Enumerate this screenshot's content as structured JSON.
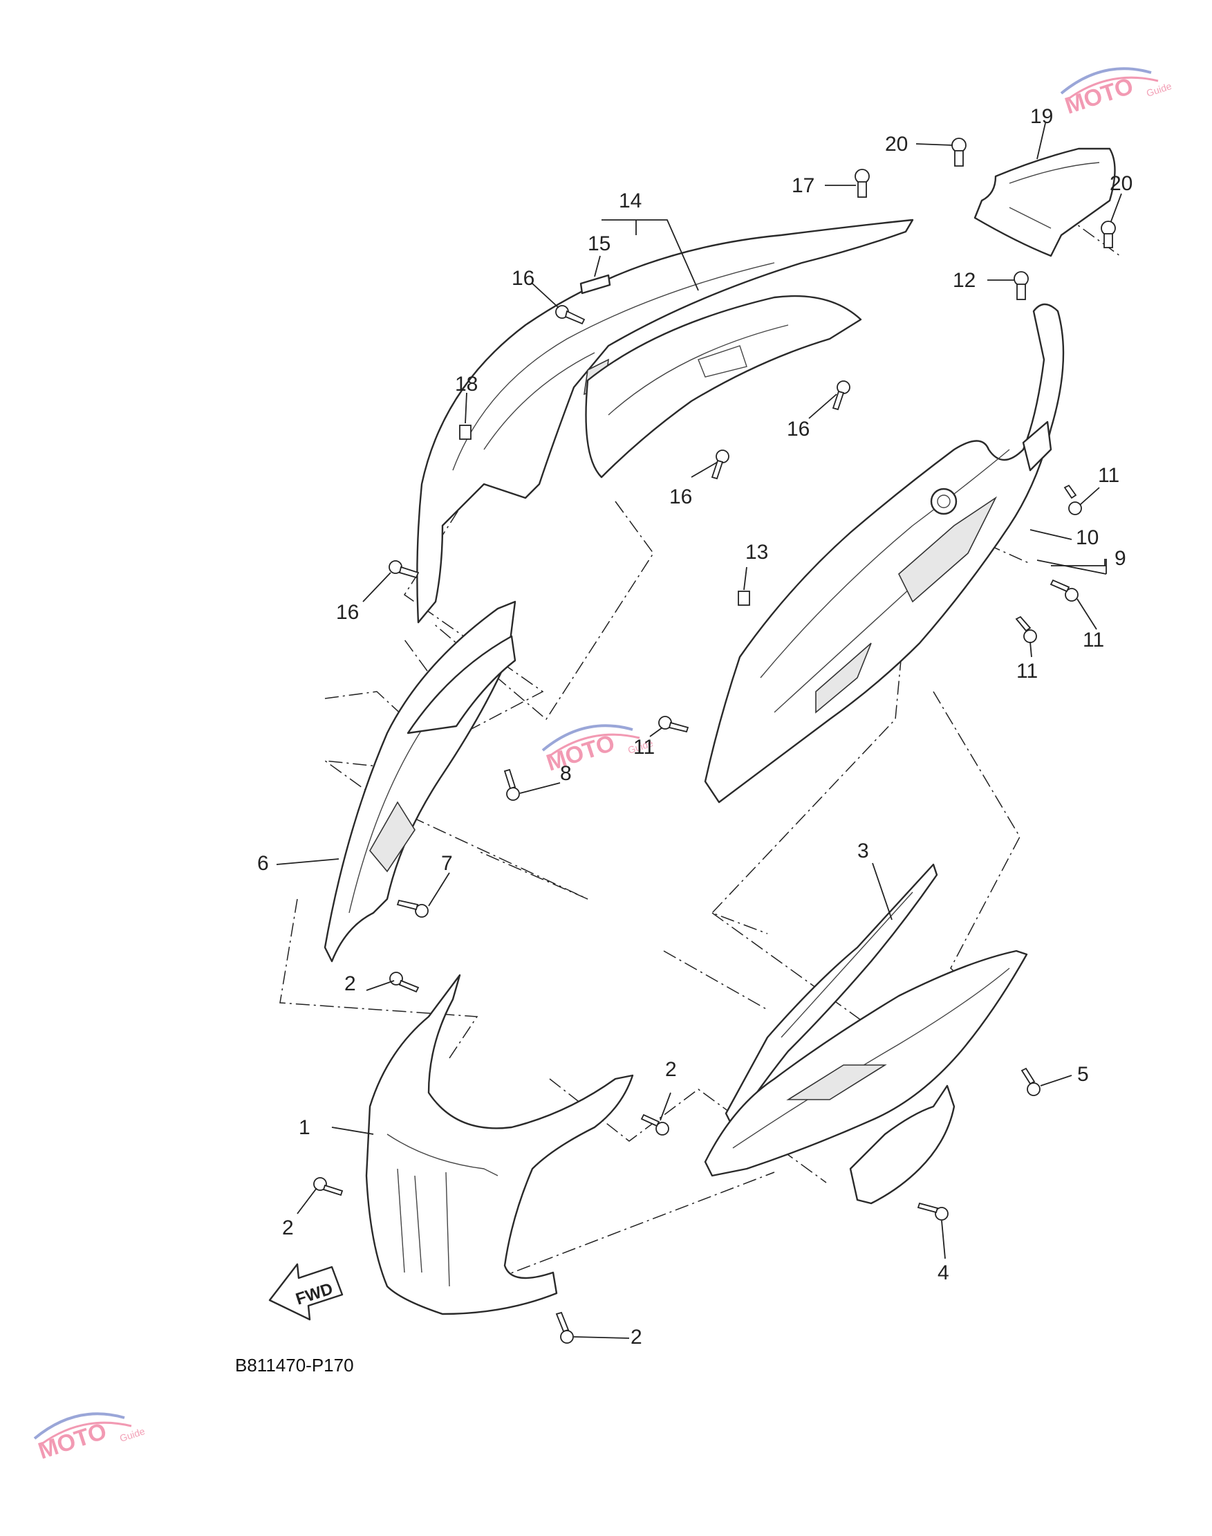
{
  "diagram": {
    "code": "B811470-P170",
    "fwd_label": "FWD",
    "callouts": [
      {
        "id": "c1",
        "num": "1"
      },
      {
        "id": "c2a",
        "num": "2"
      },
      {
        "id": "c2b",
        "num": "2"
      },
      {
        "id": "c2c",
        "num": "2"
      },
      {
        "id": "c2d",
        "num": "2"
      },
      {
        "id": "c3",
        "num": "3"
      },
      {
        "id": "c4",
        "num": "4"
      },
      {
        "id": "c5",
        "num": "5"
      },
      {
        "id": "c6",
        "num": "6"
      },
      {
        "id": "c7",
        "num": "7"
      },
      {
        "id": "c8",
        "num": "8"
      },
      {
        "id": "c9",
        "num": "9"
      },
      {
        "id": "c10",
        "num": "10"
      },
      {
        "id": "c11a",
        "num": "11"
      },
      {
        "id": "c11b",
        "num": "11"
      },
      {
        "id": "c11c",
        "num": "11"
      },
      {
        "id": "c11d",
        "num": "11"
      },
      {
        "id": "c12",
        "num": "12"
      },
      {
        "id": "c13",
        "num": "13"
      },
      {
        "id": "c14",
        "num": "14"
      },
      {
        "id": "c15",
        "num": "15"
      },
      {
        "id": "c16a",
        "num": "16"
      },
      {
        "id": "c16b",
        "num": "16"
      },
      {
        "id": "c16c",
        "num": "16"
      },
      {
        "id": "c16d",
        "num": "16"
      },
      {
        "id": "c17",
        "num": "17"
      },
      {
        "id": "c18",
        "num": "18"
      },
      {
        "id": "c19",
        "num": "19"
      },
      {
        "id": "c20a",
        "num": "20"
      },
      {
        "id": "c20b",
        "num": "20"
      }
    ]
  },
  "watermark": {
    "text": "MOTO",
    "sub": "Guide",
    "colors": {
      "pink": "#f29ab3",
      "blue": "#9aa6d8",
      "dark": "#555555"
    }
  }
}
